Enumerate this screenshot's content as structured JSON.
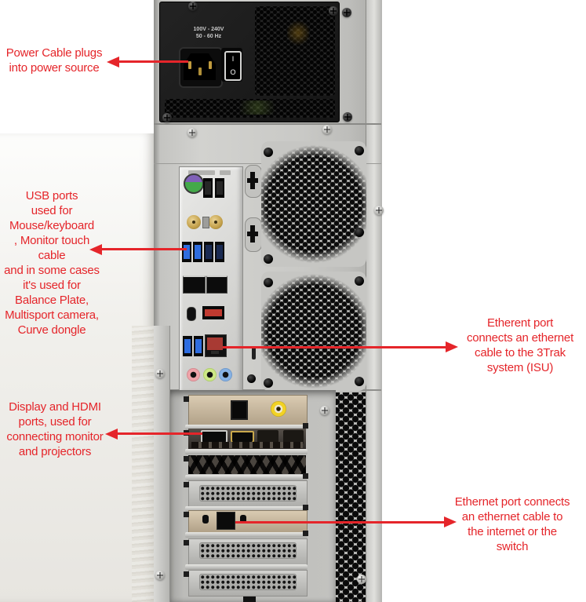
{
  "annotations": [
    {
      "id": "power-cable",
      "text": "Power Cable plugs\ninto power source"
    },
    {
      "id": "usb-ports",
      "text": "USB ports\nused for\nMouse/keyboard\n, Monitor touch\ncable\nand in some cases\nit's used for\nBalance Plate,\nMultisport camera,\nCurve dongle"
    },
    {
      "id": "ethernet-3trak",
      "text": "Etherent port\nconnects an ethernet\ncable to the 3Trak\nsystem (ISU)"
    },
    {
      "id": "display-hdmi",
      "text": "Display and HDMI\nports, used for\nconnecting monitor\nand projectors"
    },
    {
      "id": "ethernet-internet",
      "text": "Ethernet port connects\nan ethernet cable to\nthe internet or the\nswitch"
    }
  ],
  "psu": {
    "rating": "100V - 240V\n50 - 60 Hz",
    "switch_on": "I",
    "switch_off": "O"
  },
  "colors": {
    "annotation_red": "#e5252a",
    "case_silver": "#c8c8c5",
    "psu_black": "#1d1d1d",
    "usb3_blue": "#2e6de0",
    "usb_red_port": "#c03a30",
    "ethernet_red": "#a83a33",
    "audio_pink": "#efa3a9",
    "audio_green": "#cde886",
    "audio_blue": "#87b2e4",
    "rca_yellow": "#f2d224",
    "bracket_beige": "#cfc0a5",
    "antenna_gold": "#d4b35e",
    "ps2_green": "#44a94a",
    "ps2_purple": "#8061b8"
  }
}
